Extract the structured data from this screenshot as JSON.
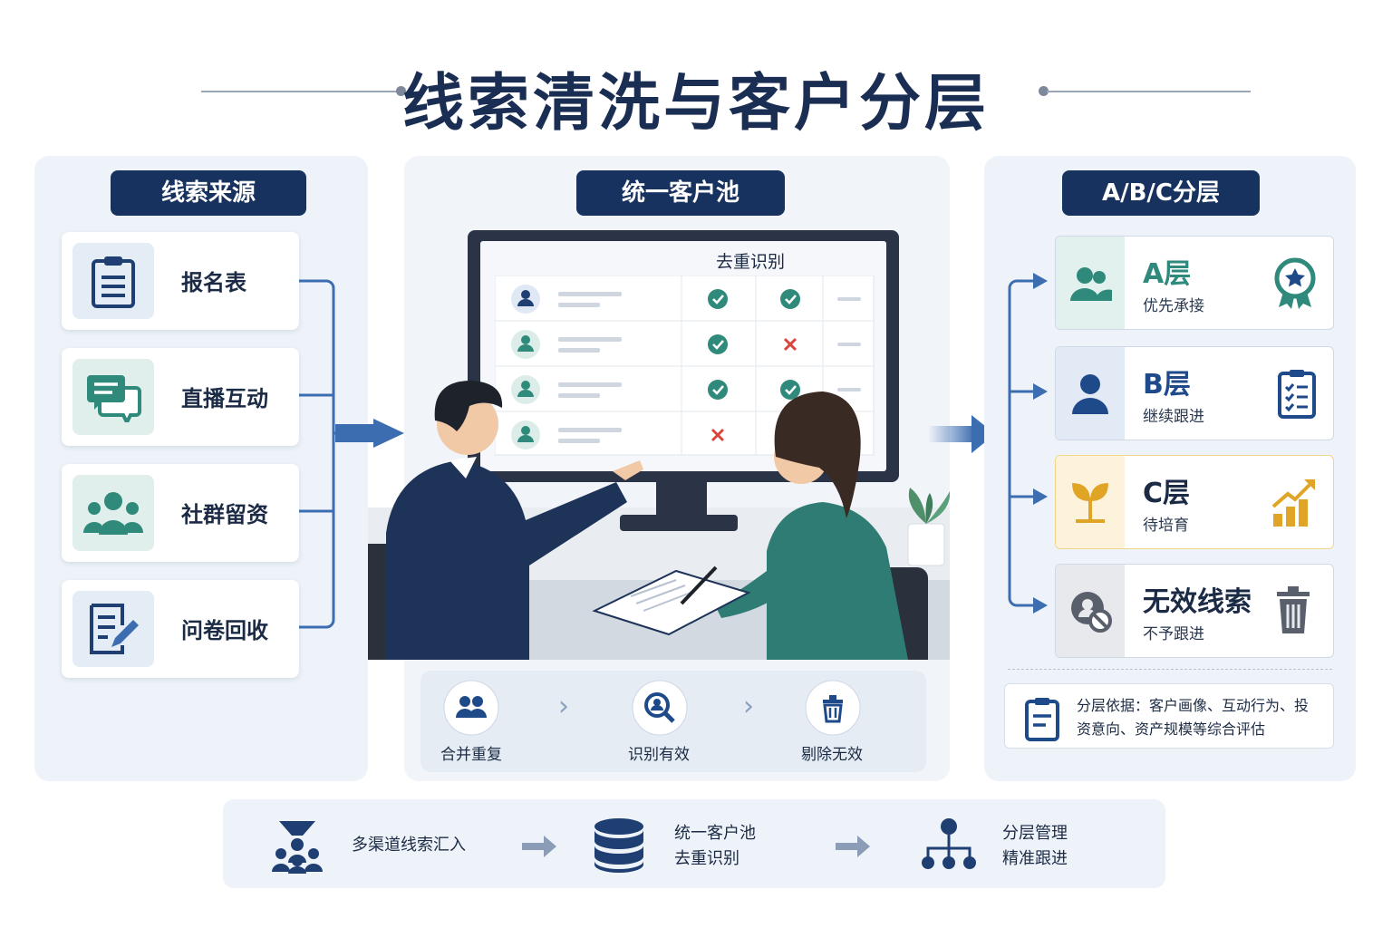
{
  "title": "线索清洗与客户分层",
  "left_panel": {
    "header": "线索来源",
    "items": [
      {
        "label": "报名表",
        "icon": "clipboard-icon"
      },
      {
        "label": "直播互动",
        "icon": "chat-bubbles-icon"
      },
      {
        "label": "社群留资",
        "icon": "people-group-icon"
      },
      {
        "label": "问卷回收",
        "icon": "survey-edit-icon"
      }
    ]
  },
  "center_panel": {
    "header": "统一客户池",
    "screen_title": "去重识别",
    "steps": [
      {
        "label": "合并重复",
        "icon": "merge-users-icon"
      },
      {
        "label": "识别有效",
        "icon": "search-user-icon"
      },
      {
        "label": "剔除无效",
        "icon": "trash-icon"
      }
    ]
  },
  "right_panel": {
    "header": "A/B/C分层",
    "tiers": [
      {
        "name": "A层",
        "desc": "优先承接",
        "icon": "users-icon",
        "badge": "award-badge-icon",
        "color": "#2f8a7c",
        "bg": "#e3f1ee"
      },
      {
        "name": "B层",
        "desc": "继续跟进",
        "icon": "user-icon",
        "badge": "checklist-icon",
        "color": "#1f4a8a",
        "bg": "#e1eaf5"
      },
      {
        "name": "C层",
        "desc": "待培育",
        "icon": "sprout-icon",
        "badge": "growth-chart-icon",
        "color": "#e0a526",
        "bg": "#fdf3dc"
      },
      {
        "name": "无效线索",
        "desc": "不予跟进",
        "icon": "blocked-user-icon",
        "badge": "trash-icon",
        "color": "#59606b",
        "bg": "#e7e9ed"
      }
    ],
    "basis": "分层依据：客户画像、互动行为、投资意向、资产规模等综合评估"
  },
  "bottom_flow": [
    {
      "line1": "多渠道线索汇入",
      "line2": "",
      "icon": "funnel-people-icon"
    },
    {
      "line1": "统一客户池",
      "line2": "去重识别",
      "icon": "database-icon"
    },
    {
      "line1": "分层管理",
      "line2": "精准跟进",
      "icon": "hierarchy-icon"
    }
  ],
  "colors": {
    "navy": "#17325f",
    "teal": "#2f8a7c",
    "blue": "#3c6db0",
    "gold": "#e0a526",
    "red": "#d9463e"
  }
}
